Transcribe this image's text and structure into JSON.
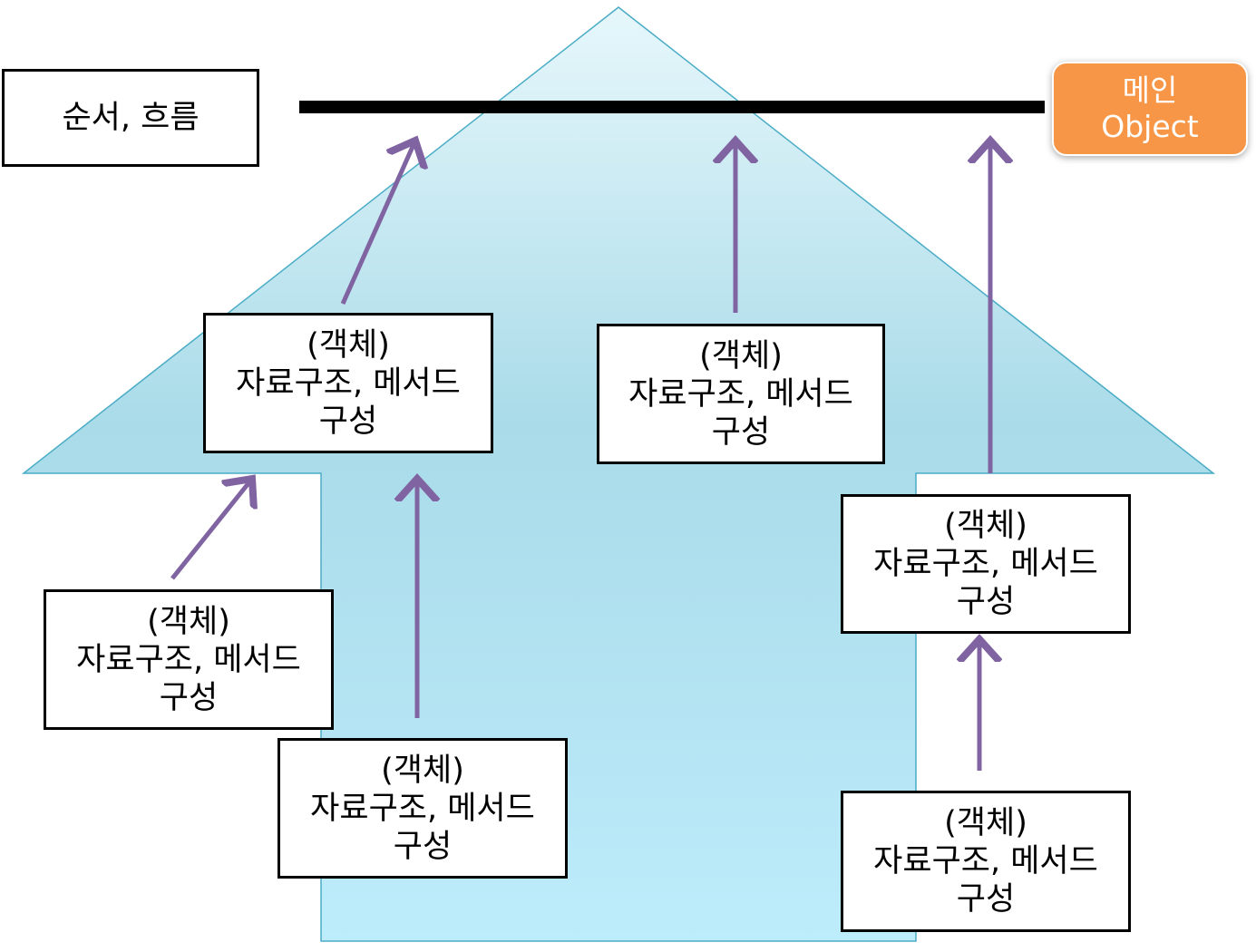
{
  "flow_label": "순서, 흐름",
  "main_object": {
    "line1": "메인",
    "line2": "Object"
  },
  "colors": {
    "arrow_fill_top": "#e6f7fb",
    "arrow_fill_bottom": "#b9ebfa",
    "arrow_stroke": "#4bacc6",
    "connector": "#8064a2",
    "main_object": "#f79646",
    "timeline": "#000000"
  },
  "object_boxes": [
    {
      "line1": "(객체)",
      "line2": "자료구조, 메서드",
      "line3": "구성"
    },
    {
      "line1": "(객체)",
      "line2": "자료구조, 메서드",
      "line3": "구성"
    },
    {
      "line1": "(객체)",
      "line2": "자료구조, 메서드",
      "line3": "구성"
    },
    {
      "line1": "(객체)",
      "line2": "자료구조, 메서드",
      "line3": "구성"
    },
    {
      "line1": "(객체)",
      "line2": "자료구조, 메서드",
      "line3": "구성"
    },
    {
      "line1": "(객체)",
      "line2": "자료구조, 메서드",
      "line3": "구성"
    }
  ]
}
